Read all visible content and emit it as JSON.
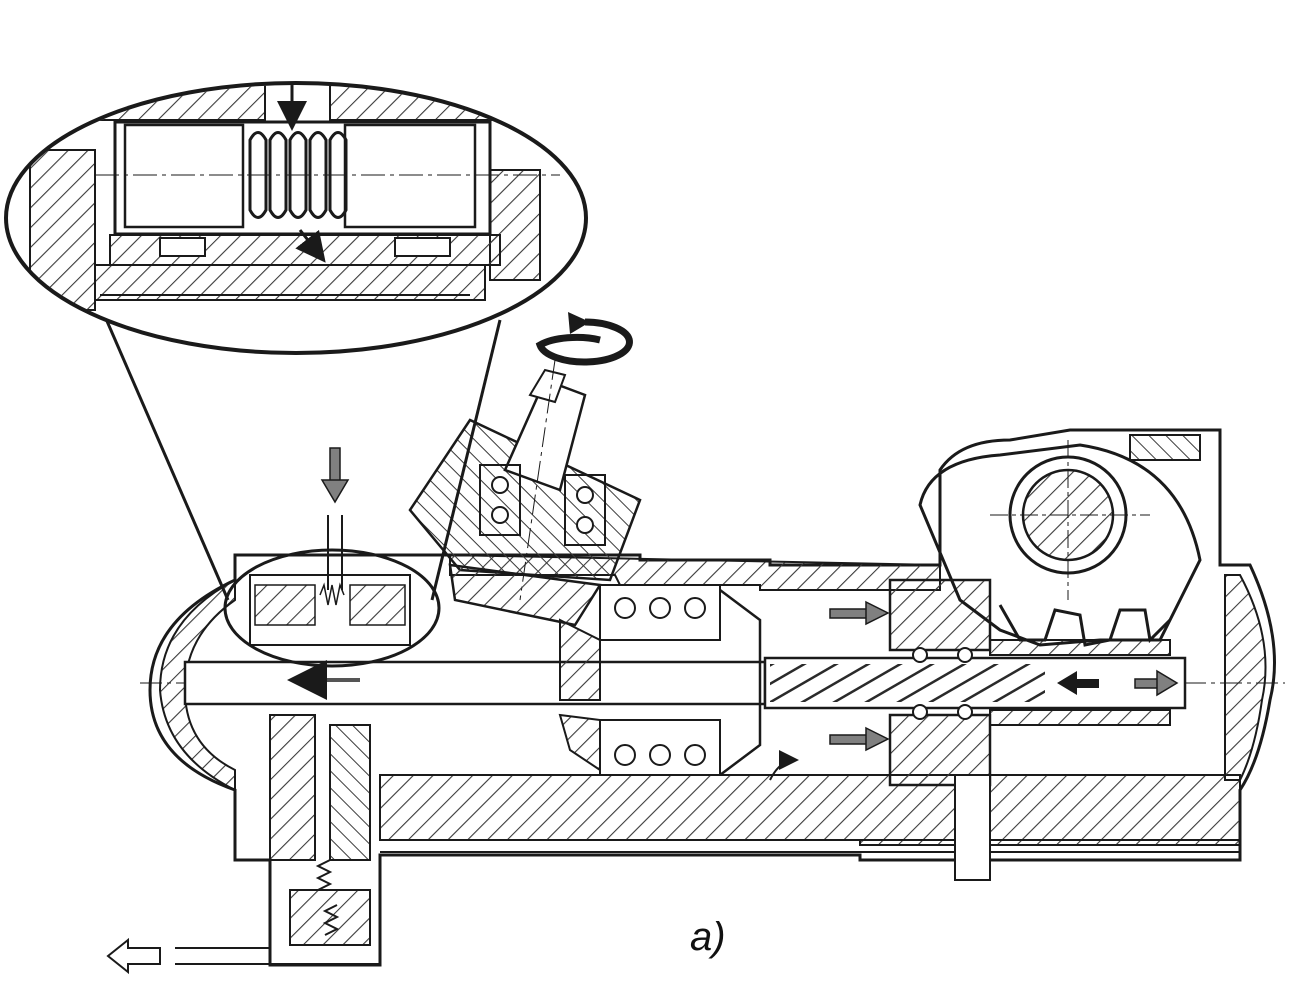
{
  "figure": {
    "caption": "a)"
  },
  "colors": {
    "line": "#1a1a1a",
    "hatch": "#3a3a3a",
    "arrow_fill": "#808080",
    "background": "#ffffff"
  },
  "components": [
    "detail-inset-valve",
    "steering-housing",
    "input-shaft-with-rotation-arrow",
    "bevel-gear-pair",
    "ball-screw-nut",
    "sector-gear-with-output-shaft",
    "relief-valve",
    "outlet-port"
  ]
}
